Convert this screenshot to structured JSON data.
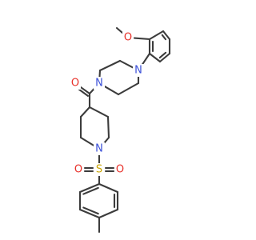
{
  "molecule": {
    "atoms": {
      "methoxy_O": {
        "text": "O",
        "color": "#e8312a"
      },
      "carbonyl_O": {
        "text": "O",
        "color": "#e8312a"
      },
      "sulfonyl_O_left": {
        "text": "O",
        "color": "#e8312a"
      },
      "sulfonyl_O_right": {
        "text": "O",
        "color": "#e8312a"
      },
      "sulfur": {
        "text": "S",
        "color": "#c9a400"
      },
      "piperazine_N_right": {
        "text": "N",
        "color": "#3a4fd8"
      },
      "piperazine_N_left": {
        "text": "N",
        "color": "#3a4fd8"
      },
      "piperidine_N": {
        "text": "N",
        "color": "#3a4fd8"
      }
    },
    "bond_color": "#3c3c3c"
  }
}
